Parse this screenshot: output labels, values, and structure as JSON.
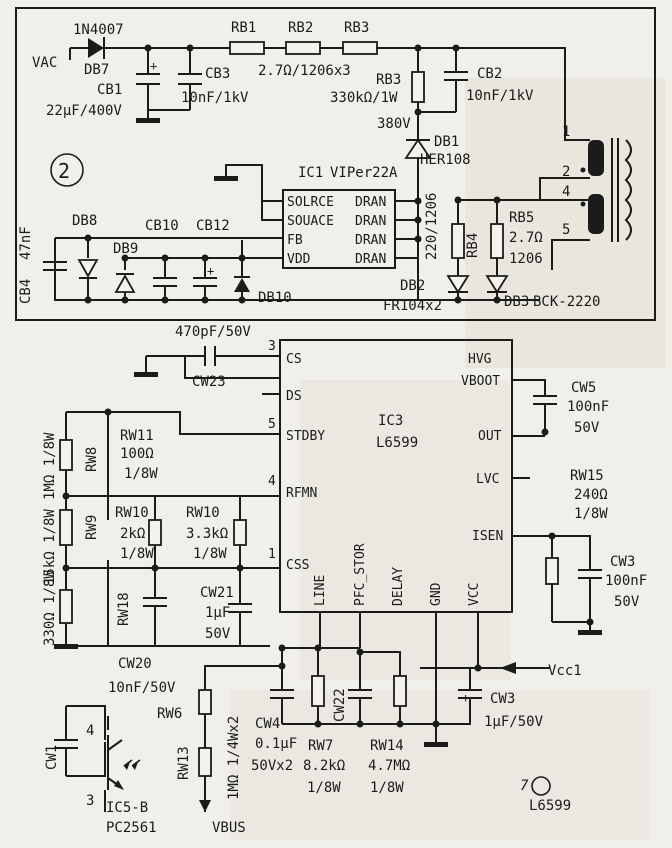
{
  "top_section": {
    "circle_number": "2",
    "vac": "VAC",
    "db7_part": "1N4007",
    "db7": "DB7",
    "cb1": "CB1",
    "cb1_value": "22μF/400V",
    "cb3": "CB3",
    "cb3_value": "10nF/1kV",
    "rb1": "RB1",
    "rb2": "RB2",
    "rb3_top": "RB3",
    "rb_values": "2.7Ω/1206x3",
    "rb3": "RB3",
    "rb3_value": "330kΩ/1W",
    "cb2": "CB2",
    "cb2_value": "10nF/1kV",
    "v380": "380V",
    "db1": "DB1",
    "db1_part": "HER108",
    "ic1": "IC1",
    "ic1_part": "VIPer22A",
    "ic1_pins": [
      "SOLRCE",
      "SOUACE",
      "FB",
      "VDD"
    ],
    "ic1_drain": [
      "DRAN",
      "DRAN",
      "DRAN",
      "DRAN"
    ],
    "r_220": "220/1206",
    "rb4": "RB4",
    "rb5": "RB5",
    "rb5_value_a": "2.7Ω",
    "rb5_value_b": "1206",
    "db2": "DB2",
    "db2_part": "FR104x2",
    "db3": "DB3",
    "transformer": "BCK-2220",
    "trafo_pins": [
      "1",
      "2",
      "4",
      "5"
    ],
    "db8": "DB8",
    "db9": "DB9",
    "cb10": "CB10",
    "cb12": "CB12",
    "cb4": "CB4",
    "cb4_value": "47nF",
    "db10": "DB10",
    "cap_470": "470pF/50V"
  },
  "bottom_section": {
    "ic3": "IC3",
    "ic3_part": "L6599",
    "left_pins": [
      {
        "num": "3",
        "name": "CS"
      },
      {
        "num": "",
        "name": "DS"
      },
      {
        "num": "5",
        "name": "STDBY"
      },
      {
        "num": "4",
        "name": "RFMN"
      },
      {
        "num": "1",
        "name": "CSS"
      }
    ],
    "right_pins": [
      "HVG",
      "VBOOT",
      "OUT",
      "LVC",
      "ISEN"
    ],
    "bottom_pins": [
      "LINE",
      "PFC_STOR",
      "DELAY",
      "GND",
      "VCC"
    ],
    "cw23": "CW23",
    "cw5": "CW5",
    "cw5_value_a": "100nF",
    "cw5_value_b": "50V",
    "rw15": "RW15",
    "rw15_value_a": "240Ω",
    "rw15_value_b": "1/8W",
    "cw3": "CW3",
    "cw3_value_a": "100nF",
    "cw3_value_b": "50V",
    "rw8": "RW8",
    "rw8_value": "1MΩ 1/8W",
    "rw11": "RW11",
    "rw11_value_a": "100Ω",
    "rw11_value_b": "1/8W",
    "rw9": "RW9",
    "rw9_value": "15kΩ 1/8W",
    "rw10a": "RW10",
    "rw10a_value_a": "2kΩ",
    "rw10a_value_b": "1/8W",
    "rw10b": "RW10",
    "rw10b_value_a": "3.3kΩ",
    "rw10b_value_b": "1/8W",
    "rw18": "RW18",
    "rw18_value": "330Ω 1/8W",
    "cw21": "CW21",
    "cw21_value_a": "1μF",
    "cw21_value_b": "50V",
    "cw20": "CW20",
    "cw20_value": "10nF/50V",
    "rw6": "RW6",
    "rw6_value": "1MΩ 1/4Wx2",
    "rw13": "RW13",
    "cw4": "CW4",
    "cw4_value_a": "0.1μF",
    "cw4_value_b": "50Vx2",
    "cw22": "CW22",
    "rw7": "RW7",
    "rw7_value_a": "8.2kΩ",
    "rw7_value_b": "1/8W",
    "rw14": "RW14",
    "rw14_value_a": "4.7MΩ",
    "rw14_value_b": "1/8W",
    "vcc1": "Vcc1",
    "cw3b": "CW3",
    "cw3b_value": "1μF/50V",
    "cw1": "CW1",
    "ic5": "IC5-B",
    "ic5_part": "PC2561",
    "ic5_pins": [
      "4",
      "3"
    ],
    "vbus": "VBUS",
    "footer_num": "7",
    "footer_part": "L6599"
  }
}
